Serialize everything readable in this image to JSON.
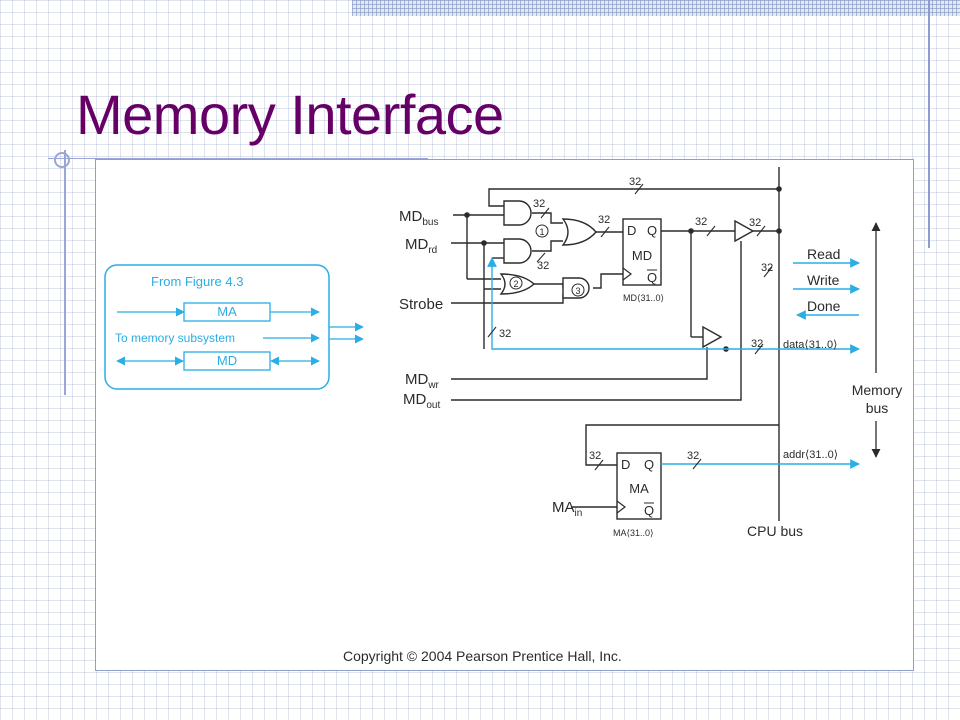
{
  "slide": {
    "title": "Memory Interface"
  },
  "diagram": {
    "inset": {
      "title": "From Figure 4.3",
      "ma_label": "MA",
      "subsystem_label": "To memory subsystem",
      "md_label": "MD"
    },
    "inputs": {
      "md_bus": "MD",
      "md_bus_sub": "bus",
      "md_rd": "MD",
      "md_rd_sub": "rd",
      "strobe": "Strobe",
      "md_wr": "MD",
      "md_wr_sub": "wr",
      "md_out": "MD",
      "md_out_sub": "out",
      "ma_in": "MA",
      "ma_in_sub": "in"
    },
    "gates": {
      "g1": "1",
      "g2": "2",
      "g3": "3"
    },
    "md_register": {
      "d": "D",
      "q": "Q",
      "name": "MD",
      "qbar": "Q",
      "range": "MD⟨31..0⟩"
    },
    "ma_register": {
      "d": "D",
      "q": "Q",
      "name": "MA",
      "qbar": "Q",
      "range": "MA⟨31..0⟩"
    },
    "bus_widths": [
      "32",
      "32",
      "32",
      "32",
      "32",
      "32",
      "32",
      "32",
      "32",
      "32",
      "32"
    ],
    "signals": {
      "read": "Read",
      "write": "Write",
      "done": "Done",
      "data": "data⟨31..0⟩",
      "addr": "addr⟨31..0⟩",
      "memory_bus_line1": "Memory",
      "memory_bus_line2": "bus",
      "cpu_bus": "CPU bus"
    },
    "copyright": "Copyright © 2004 Pearson Prentice Hall, Inc.",
    "colors": {
      "wire": "#2b2b2b",
      "signal": "#2aaee4",
      "title": "#660066"
    }
  }
}
